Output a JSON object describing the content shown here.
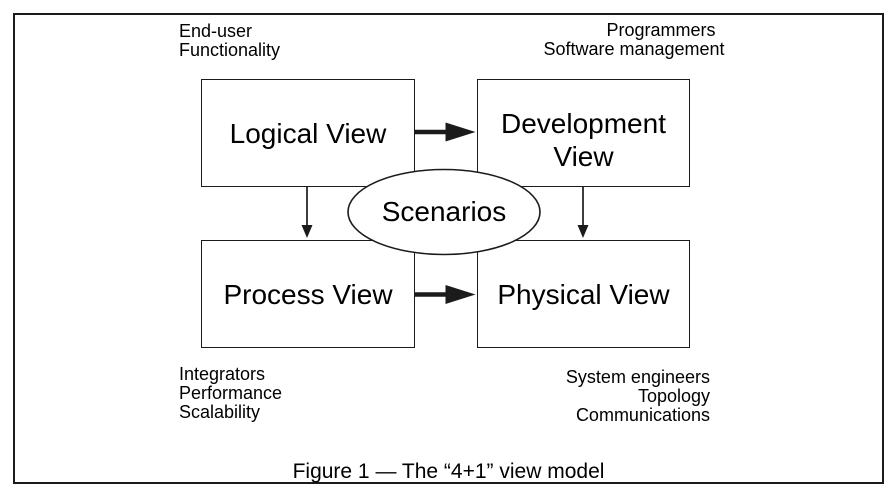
{
  "figure": {
    "caption": "Figure 1 — The “4+1” view model"
  },
  "views": {
    "logical": "Logical View",
    "development": "Development View",
    "process": "Process View",
    "physical": "Physical View"
  },
  "scenarios": "Scenarios",
  "stakeholder_labels": {
    "top_left": [
      "End-user",
      "Functionality"
    ],
    "top_right": [
      "Programmers",
      "Software management"
    ],
    "bottom_left": [
      "Integrators",
      "Performance",
      "Scalability"
    ],
    "bottom_right": [
      "System engineers",
      "Topology",
      "Communications"
    ]
  },
  "colors": {
    "ink": "#1b1b1b",
    "background": "#ffffff"
  }
}
